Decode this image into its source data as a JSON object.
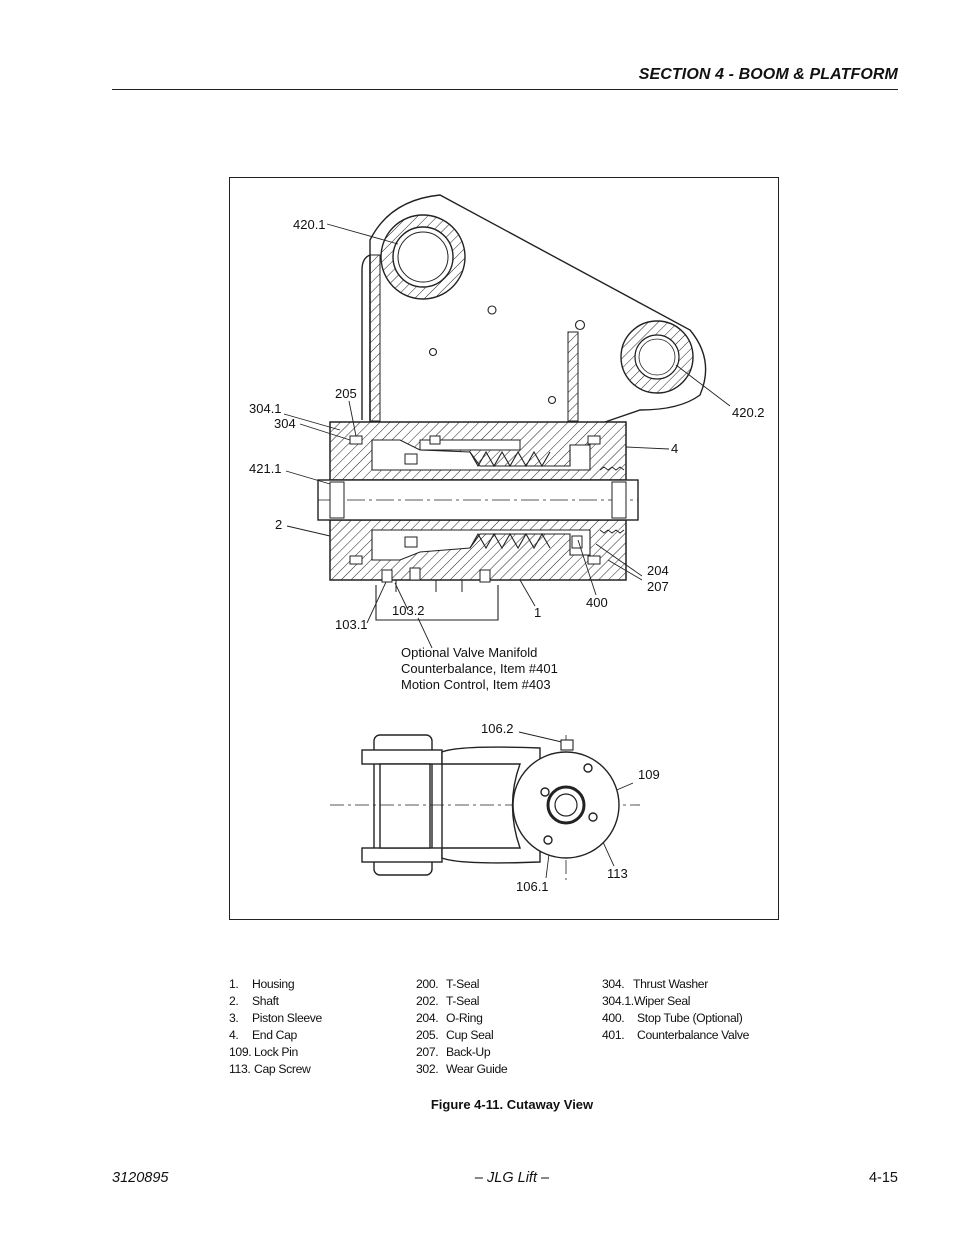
{
  "header": {
    "section_title": "SECTION 4 - BOOM & PLATFORM"
  },
  "figure": {
    "callouts": {
      "c420_1": "420.1",
      "c420_2": "420.2",
      "c205": "205",
      "c304_1": "304.1",
      "c304": "304",
      "c4": "4",
      "c421_1": "421.1",
      "c2": "2",
      "c204": "204",
      "c207": "207",
      "c400": "400",
      "c1": "1",
      "c103_2": "103.2",
      "c103_1": "103.1",
      "c106_2": "106.2",
      "c109": "109",
      "c113": "113",
      "c106_1": "106.1"
    },
    "manifold_note": [
      "Optional Valve Manifold",
      "Counterbalance, Item #401",
      "Motion Control, Item #403"
    ],
    "caption": "Figure 4-11.  Cutaway View"
  },
  "legend": {
    "col1": [
      {
        "num": "1.",
        "label": "Housing"
      },
      {
        "num": "2.",
        "label": "Shaft"
      },
      {
        "num": "3.",
        "label": "Piston Sleeve"
      },
      {
        "num": "4.",
        "label": "End Cap"
      },
      {
        "num": "109.",
        "label": "Lock Pin"
      },
      {
        "num": "113.",
        "label": "Cap Screw"
      }
    ],
    "col2": [
      {
        "num": "200.",
        "label": "T-Seal"
      },
      {
        "num": "202.",
        "label": "T-Seal"
      },
      {
        "num": "204.",
        "label": "O-Ring"
      },
      {
        "num": "205.",
        "label": "Cup Seal"
      },
      {
        "num": "207.",
        "label": "Back-Up"
      },
      {
        "num": "302.",
        "label": "Wear Guide"
      }
    ],
    "col3": [
      {
        "num": "304.",
        "label": "Thrust Washer"
      },
      {
        "num": "304.1.",
        "label": "Wiper Seal"
      },
      {
        "num": "400.",
        "label": "Stop Tube (Optional)"
      },
      {
        "num": "401.",
        "label": "Counterbalance Valve"
      }
    ]
  },
  "footer": {
    "doc_number": "3120895",
    "publisher": "– JLG Lift –",
    "page_number": "4-15"
  }
}
